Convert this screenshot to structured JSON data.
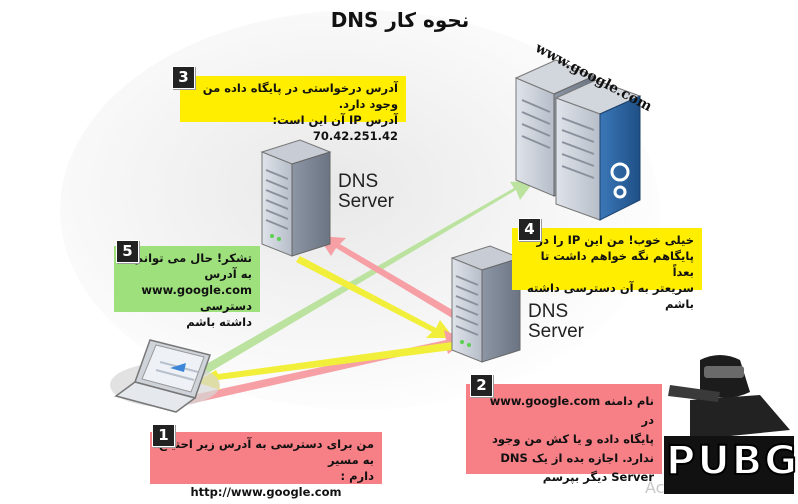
{
  "title": "نحوه کار DNS",
  "google_label": "www.google.com",
  "servers": [
    {
      "name": "DNS Server",
      "line1": "DNS",
      "line2": "Server"
    },
    {
      "name": "DNS Server",
      "line1": "DNS",
      "line2": "Server"
    }
  ],
  "steps": [
    {
      "number": "1",
      "color": "#f77f86",
      "lines": [
        "من برای دسترسی به آدرس زیر احتیاج به مسیر",
        "دارم :",
        "http://www.google.com"
      ]
    },
    {
      "number": "2",
      "color": "#f77f86",
      "lines": [
        "نام دامنه www.google.com در",
        "پایگاه داده و یا کش من وجود",
        "ندارد. اجازه بده از یک DNS",
        "Server دیگر بپرسم"
      ]
    },
    {
      "number": "3",
      "color": "#ffee00",
      "lines": [
        "آدرس درخواستی در پایگاه داده من وجود دارد.",
        "آدرس IP آن این است: 70.42.251.42"
      ]
    },
    {
      "number": "4",
      "color": "#ffee00",
      "lines": [
        "خیلی خوب! من این IP را در",
        "پایگاهم نگه خواهم داشت تا بعداً",
        "سریعتر به آن دسترسی داشته باشم"
      ]
    },
    {
      "number": "5",
      "color": "#9ee07c",
      "lines": [
        "تشکر! حال می توانم به آدرس",
        "www.google.com دسترسی",
        "داشته باشم"
      ]
    }
  ],
  "badge_text": "PUBG",
  "watermark": "Ac"
}
